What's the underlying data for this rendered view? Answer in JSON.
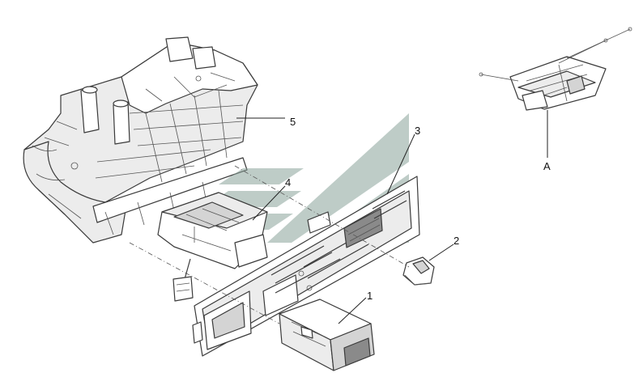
{
  "callouts": [
    {
      "id": "1",
      "text": "1"
    },
    {
      "id": "2",
      "text": "2"
    },
    {
      "id": "3",
      "text": "3"
    },
    {
      "id": "4",
      "text": "4"
    },
    {
      "id": "5",
      "text": "5"
    },
    {
      "id": "A",
      "text": "A"
    }
  ],
  "colors": {
    "line": "#3a3a3a",
    "watermark": "#8aa39a",
    "background": "#ffffff"
  }
}
